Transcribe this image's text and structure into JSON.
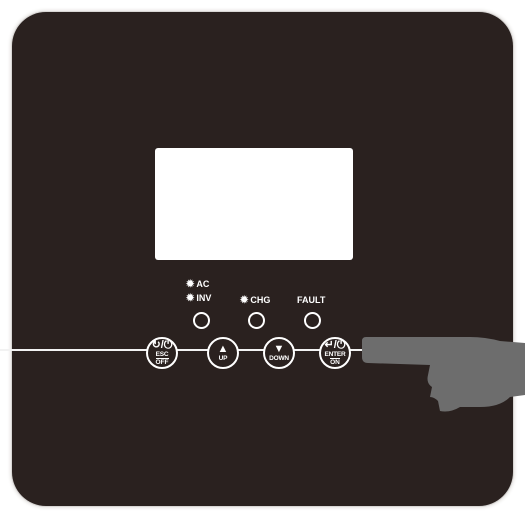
{
  "indicators": {
    "ac": {
      "label": "AC",
      "icon": "sun-icon"
    },
    "inv": {
      "label": "INV",
      "icon": "sun-icon"
    },
    "chg": {
      "label": "CHG",
      "icon": "sun-icon"
    },
    "fault": {
      "label": "FAULT"
    }
  },
  "keys": {
    "esc": {
      "symbol": "↻/⏻",
      "label": "ESC",
      "sublabel": "OFF",
      "icon": "power-cycle-icon"
    },
    "up": {
      "symbol": "▲",
      "label": "UP",
      "icon": "arrow-up-icon"
    },
    "down": {
      "symbol": "▼",
      "label": "DOWN",
      "icon": "arrow-down-icon"
    },
    "enter": {
      "symbol": "↵/⏻",
      "label": "ENTER",
      "sublabel": "ON",
      "icon": "enter-icon"
    }
  },
  "colors": {
    "panel": "#2a211f",
    "label": "#ffffff",
    "finger": "#6d6d6d"
  }
}
